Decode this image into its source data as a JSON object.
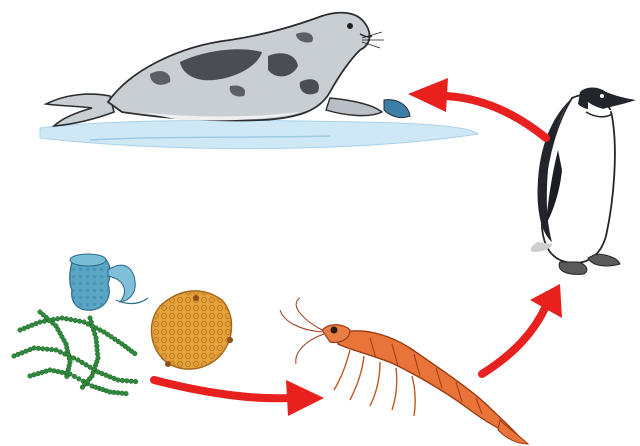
{
  "diagram": {
    "kind": "food-chain",
    "nodes": [
      {
        "id": "phytoplankton",
        "icon": "phytoplankton-icon"
      },
      {
        "id": "krill",
        "icon": "krill-icon"
      },
      {
        "id": "penguin",
        "icon": "penguin-icon"
      },
      {
        "id": "seal",
        "icon": "seal-icon"
      }
    ],
    "edges": [
      {
        "from": "phytoplankton",
        "to": "krill"
      },
      {
        "from": "krill",
        "to": "penguin"
      },
      {
        "from": "penguin",
        "to": "seal"
      }
    ],
    "colors": {
      "arrow": "#e8201e",
      "ice": "#cfe8f5",
      "seal_body": "#c9ced3",
      "seal_spots": "#4a4d52",
      "penguin_black": "#22252b",
      "krill": "#e8743a",
      "diatom_chain": "#2f8a3c",
      "dinoflagellate": "#5aa6c4",
      "coccolith": "#e3a13a"
    }
  }
}
